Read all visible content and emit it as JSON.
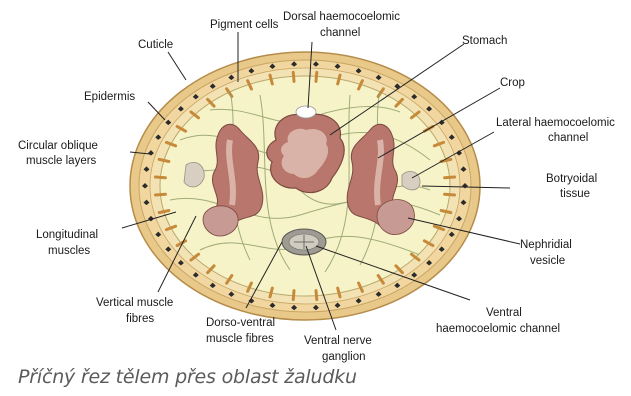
{
  "labels": {
    "pigment_cells": "Pigment cells",
    "dorsal_channel_l1": "Dorsal haemocoelomic",
    "dorsal_channel_l2": "channel",
    "cuticle": "Cuticle",
    "stomach": "Stomach",
    "epidermis": "Epidermis",
    "crop": "Crop",
    "lateral_channel_l1": "Lateral haemocoelomic",
    "lateral_channel_l2": "channel",
    "circular_l1": "Circular oblique",
    "circular_l2": "muscle layers",
    "botryoidal_l1": "Botryoidal",
    "botryoidal_l2": "tissue",
    "longitudinal_l1": "Longitudinal",
    "longitudinal_l2": "muscles",
    "nephridial_l1": "Nephridial",
    "nephridial_l2": "vesicle",
    "vertical_l1": "Vertical muscle",
    "vertical_l2": "fibres",
    "dorsoventral_l1": "Dorso-ventral",
    "dorsoventral_l2": "muscle fibres",
    "ventral_nerve_l1": "Ventral nerve",
    "ventral_nerve_l2": "ganglion",
    "ventral_channel_l1": "Ventral",
    "ventral_channel_l2": "haemocoelomic channel"
  },
  "caption": "Příčný řez tělem přes oblast žaludku",
  "colors": {
    "outer_rim": "#e8c98a",
    "epidermis_band": "#f3dfae",
    "inner_body": "#f7f3c8",
    "organ_fill": "#b8766c",
    "organ_light": "#d9b3a8",
    "fibre": "#8fa06a",
    "pigment": "#2b2b2b"
  }
}
